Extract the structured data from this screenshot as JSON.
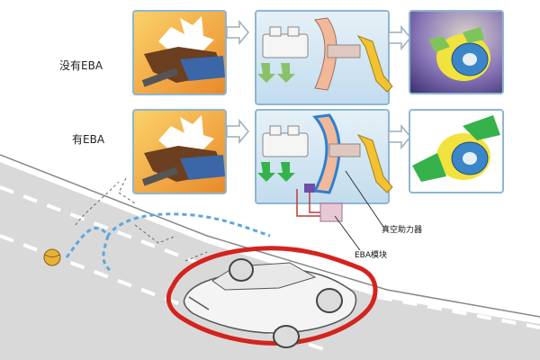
{
  "rows": {
    "without_eba": {
      "label": "没有EBA"
    },
    "with_eba": {
      "label": "有EBA"
    }
  },
  "callouts": {
    "vacuum_booster": "真空助力器",
    "eba_module": "EBA模块"
  },
  "colors": {
    "panel_border": "#8fb6cf",
    "foot_panel_bg": "#f2a33a",
    "brake_panel_bg": "#cfe4f1",
    "disc_panel_bg": "#6b4f9e",
    "car_outline": "#d4231d",
    "trajectory": "#5aa7e0",
    "ball": "#e8b23a",
    "road": "#d6d6d6",
    "green_arrow": "#35b34a",
    "booster_pink": "#f1b89a",
    "booster_blue": "#2f7fd0"
  },
  "icons": [
    "arrow-right-icon",
    "foot-pedal-icon",
    "brake-booster-icon",
    "brake-disc-icon",
    "car-icon",
    "ball-icon"
  ]
}
